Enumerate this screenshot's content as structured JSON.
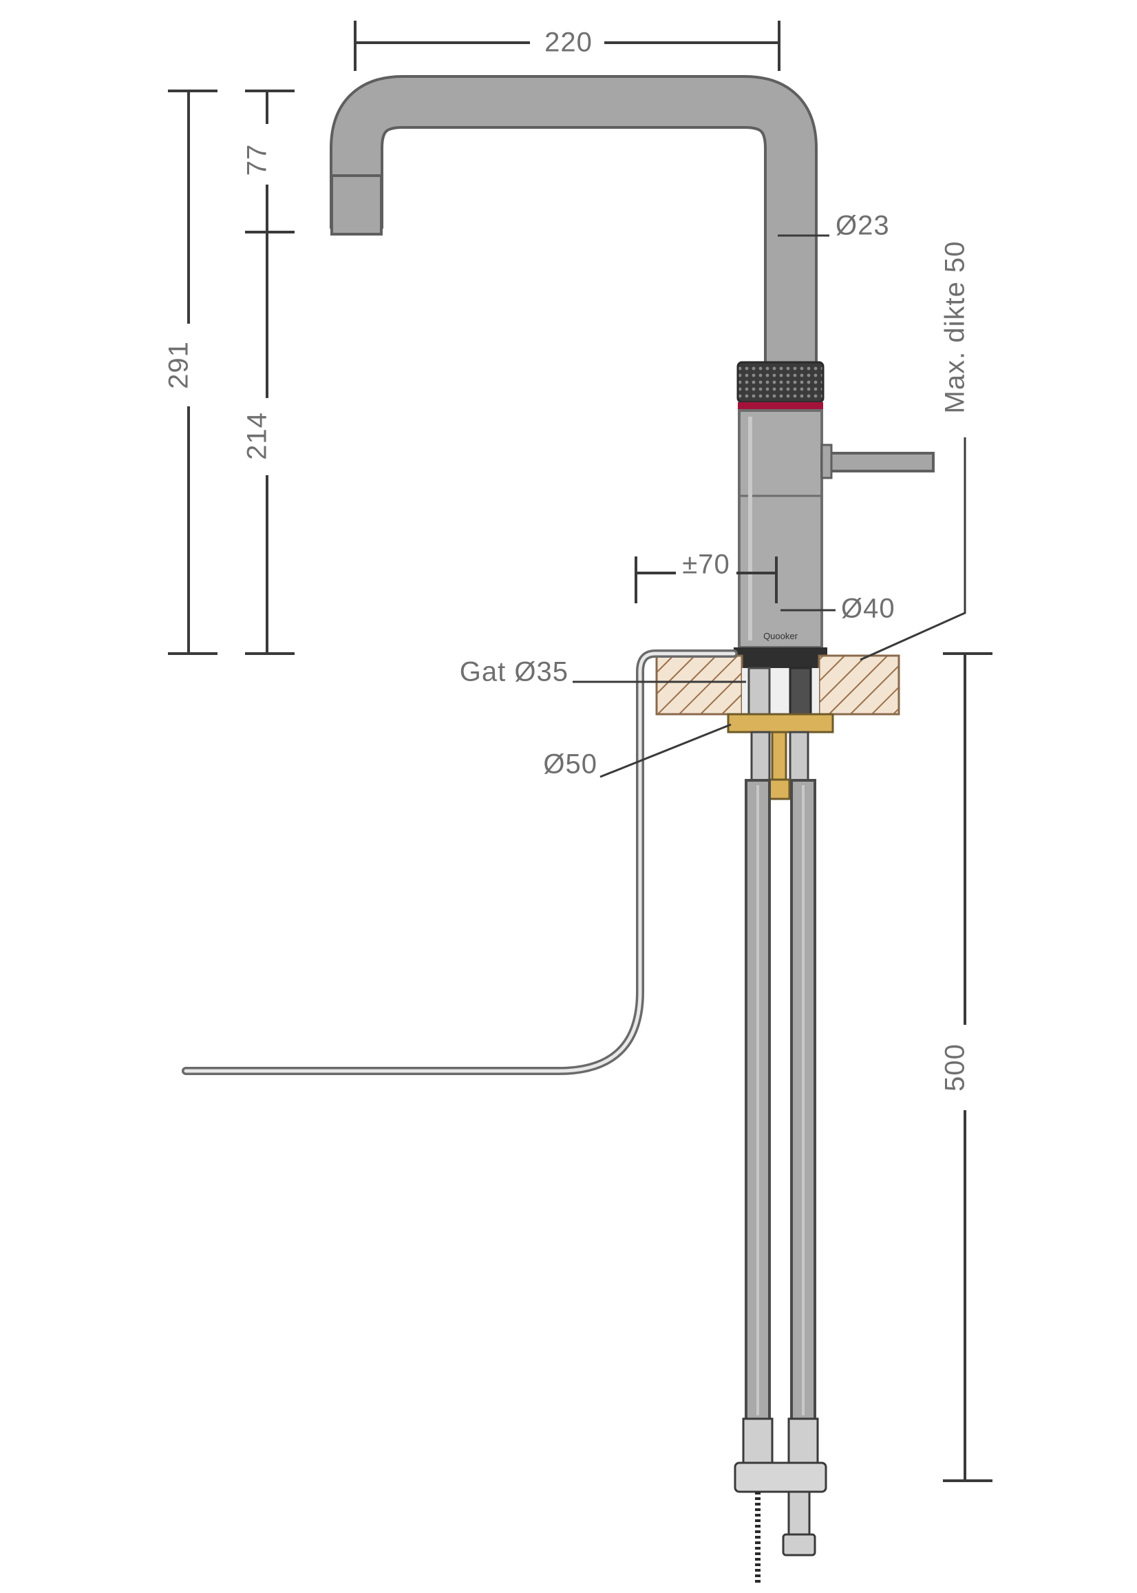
{
  "product": {
    "brand_label": "Quooker"
  },
  "dimensions": {
    "width_top": "220",
    "total_height": "291",
    "spout_drop": "77",
    "lower_height": "214",
    "tube_diameter": "Ø23",
    "max_thickness": "Max. dikte 50",
    "reach": "±70",
    "body_diameter": "Ø40",
    "hole": "Gat Ø35",
    "flange": "Ø50",
    "hose_length": "500"
  },
  "colors": {
    "chrome": "#a3a3a3",
    "chrome_dark": "#6d6d6d",
    "accent_red": "#a3123a",
    "wood_fill": "#f3e4d2",
    "wood_hatch": "#9a6f48",
    "brass": "#d9b25a",
    "dim_text": "#6f6f6f",
    "dim_line": "#3a3a3a"
  }
}
